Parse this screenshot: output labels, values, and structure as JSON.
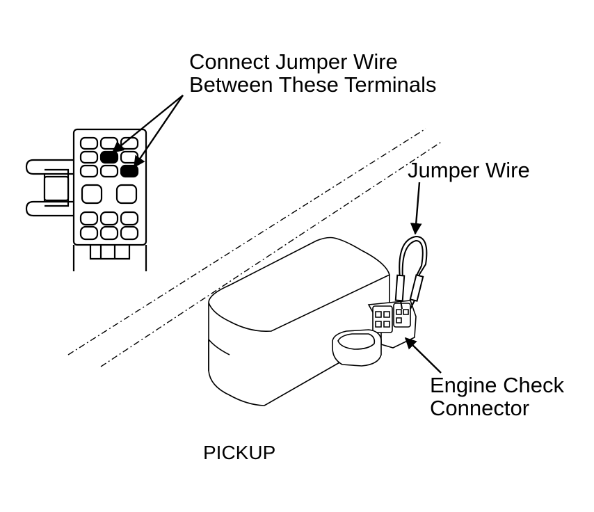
{
  "labels": {
    "connect_line1": "Connect Jumper Wire",
    "connect_line2": "Between These Terminals",
    "jumper_wire": "Jumper Wire",
    "engine_line1": "Engine Check",
    "engine_line2": "Connector",
    "model": "PICKUP"
  },
  "colors": {
    "ink": "#000000",
    "paper": "#ffffff"
  }
}
